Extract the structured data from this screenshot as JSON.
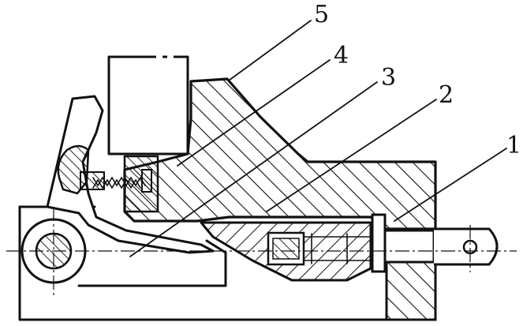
{
  "labels": {
    "part1": "1",
    "part2": "2",
    "part3": "3",
    "part4": "4",
    "part5": "5"
  }
}
